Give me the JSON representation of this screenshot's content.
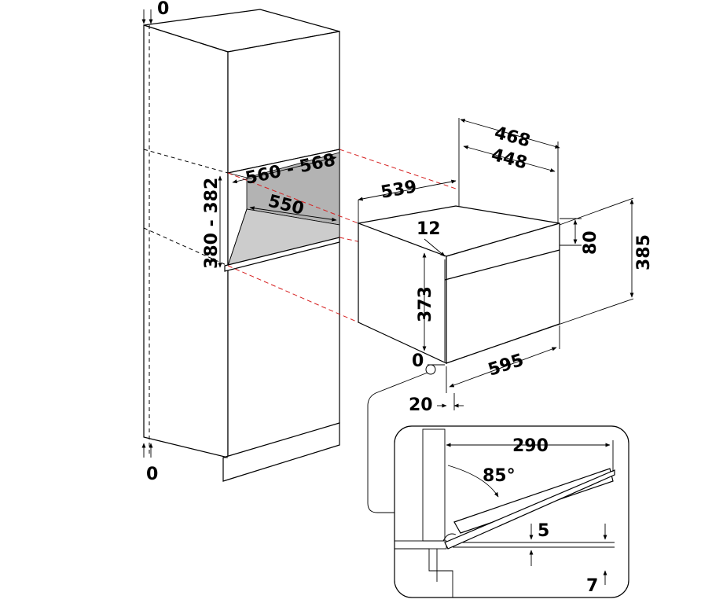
{
  "colors": {
    "cutout_line": "#d62020",
    "niche_back": "#b3b3b3",
    "niche_floor": "#cccccc"
  },
  "labels": {
    "cab_gap_top": "0",
    "cab_gap_bottom": "0",
    "niche_width": "560 - 568",
    "niche_depth": "550",
    "niche_height": "380 - 382",
    "appl_depth": "539",
    "appl_top_depth_outer": "468",
    "appl_top_depth_inner": "448",
    "panel_offset": "12",
    "panel_height": "80",
    "appl_height": "385",
    "body_height": "373",
    "appl_width": "595",
    "base_offset": "0",
    "front_thickness": "20",
    "door_depth": "290",
    "door_angle": "85°",
    "door_gap": "5",
    "floor_gap": "7"
  }
}
